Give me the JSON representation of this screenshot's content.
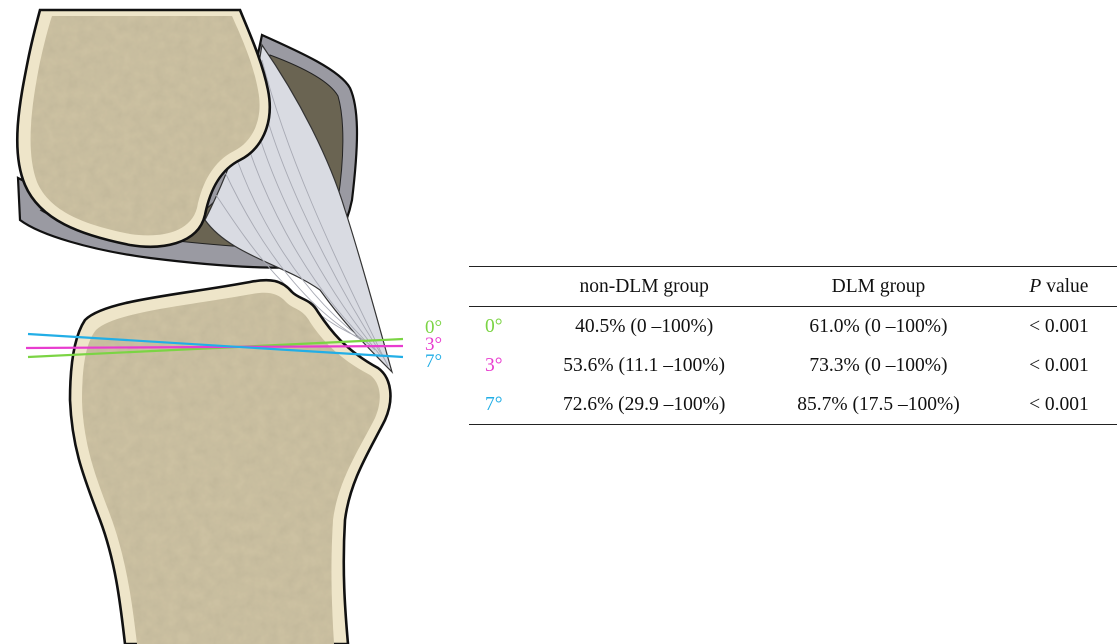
{
  "colors": {
    "bone_fill": "#ccc1a2",
    "bone_rim": "#eee5c9",
    "outline": "#111111",
    "meniscus_outer": "#9a9aa2",
    "meniscus_inner": "#6a6452",
    "ligament": "#d9dbe2",
    "angle_0": "#7bd444",
    "angle_3": "#e83ccf",
    "angle_7": "#22aee6"
  },
  "angle_labels": [
    {
      "text": "0°",
      "color": "#7bd444"
    },
    {
      "text": "3°",
      "color": "#e83ccf"
    },
    {
      "text": "7°",
      "color": "#22aee6"
    }
  ],
  "table": {
    "headers": [
      "",
      "non-DLM group",
      "DLM group",
      "P",
      " value"
    ],
    "rows": [
      {
        "angle": "0°",
        "color": "#7bd444",
        "non_dlm": "40.5% (0 –100%)",
        "dlm": "61.0% (0 –100%)",
        "p": "< 0.001"
      },
      {
        "angle": "3°",
        "color": "#e83ccf",
        "non_dlm": "53.6% (11.1 –100%)",
        "dlm": "73.3% (0 –100%)",
        "p": "< 0.001"
      },
      {
        "angle": "7°",
        "color": "#22aee6",
        "non_dlm": "72.6% (29.9 –100%)",
        "dlm": "85.7% (17.5 –100%)",
        "p": "< 0.001"
      }
    ]
  }
}
